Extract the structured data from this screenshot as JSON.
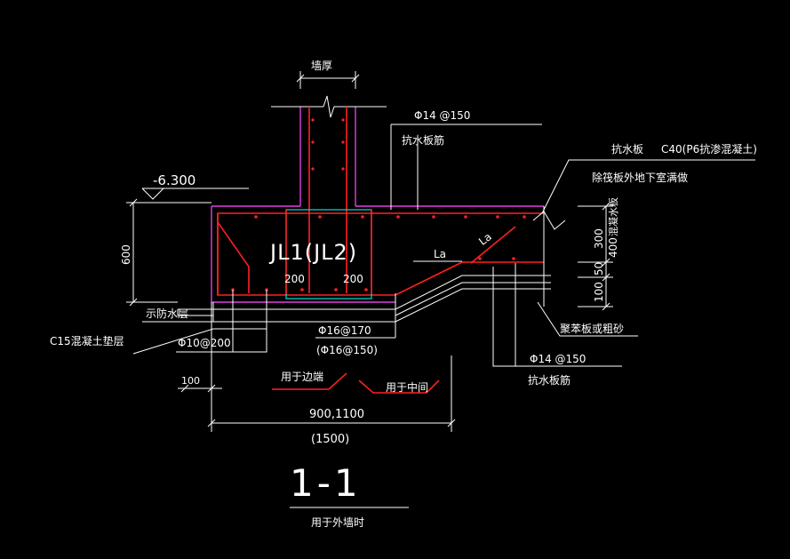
{
  "labels": {
    "wall_thickness": "墙厚",
    "elevation": "-6.300",
    "height_600": "600",
    "rebar_top": "Φ14 @150",
    "anti_water_rebar_top": "抗水板筋",
    "anti_water_plate": "抗水板",
    "concrete_grade": "C40(P6抗渗混凝土)",
    "raft_note": "除筏板外地下室满做",
    "beam_name": "JL1(JL2)",
    "dim_200_left": "200",
    "dim_200_right": "200",
    "la": "La",
    "la_diag": "La",
    "dim_300": "300",
    "dim_400": "400",
    "dim_400_note": "混凝水板",
    "dim_50": "50",
    "dim_100_right": "100",
    "waterproof_layer": "示防水层",
    "c15_cushion": "C15混凝土垫层",
    "phi10": "Φ10@200",
    "phi16_170": "Φ16@170",
    "phi16_150": "(Φ16@150)",
    "foam_board": "聚苯板或粗砂",
    "rebar_bottom": "Φ14 @150",
    "anti_water_rebar_bottom": "抗水板筋",
    "dim_100_left": "100",
    "for_edge": "用于边端",
    "for_middle": "用于中间",
    "width_main": "900,1100",
    "width_alt": "(1500)",
    "section_title": "1-1",
    "section_caption": "用于外墙时"
  },
  "colors": {
    "background": "#000000",
    "line": "#ffffff",
    "rebar": "#ff2020",
    "wall_outline": "#e040e0",
    "stirrup": "#00e0e0"
  }
}
